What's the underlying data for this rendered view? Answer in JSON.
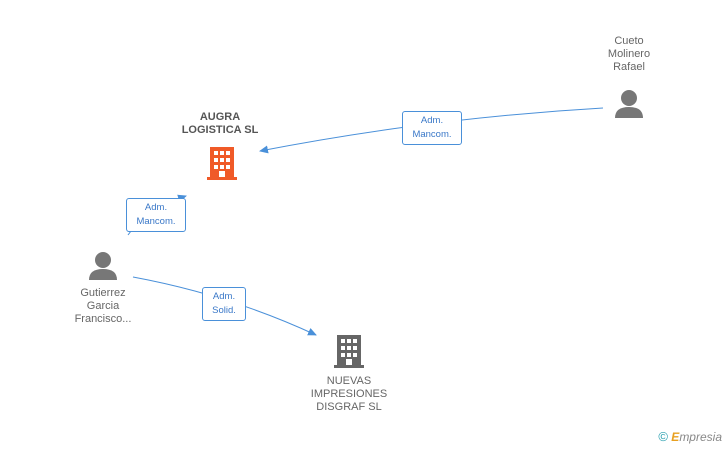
{
  "nodes": {
    "augra": {
      "line1": "AUGRA",
      "line2": "LOGISTICA SL",
      "icon": "building-icon",
      "color": "#f05a28"
    },
    "nuevas": {
      "line1": "NUEVAS",
      "line2": "IMPRESIONES",
      "line3": "DISGRAF SL",
      "icon": "building-icon",
      "color": "#666666"
    },
    "cueto": {
      "line1": "Cueto",
      "line2": "Molinero",
      "line3": "Rafael",
      "icon": "person-icon",
      "color": "#777777"
    },
    "gutierrez": {
      "line1": "Gutierrez",
      "line2": "Garcia",
      "line3": "Francisco...",
      "icon": "person-icon",
      "color": "#777777"
    }
  },
  "edges": {
    "cueto_augra": {
      "line1": "Adm.",
      "line2": "Mancom."
    },
    "gutierrez_augra": {
      "line1": "Adm.",
      "line2": "Mancom."
    },
    "gutierrez_nuevas": {
      "line1": "Adm.",
      "line2": "Solid."
    }
  },
  "colors": {
    "edge": "#4a90d9"
  },
  "watermark": {
    "copyright": "©",
    "brand_first": "E",
    "brand_rest": "mpresia"
  }
}
